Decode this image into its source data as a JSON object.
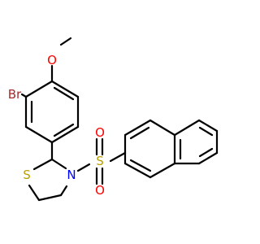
{
  "molecule": {
    "atoms": [
      {
        "id": "O1",
        "element": "O",
        "label": "O",
        "color": "#ff0000"
      },
      {
        "id": "Br1",
        "element": "Br",
        "label": "Br",
        "color": "#a52a2a"
      },
      {
        "id": "S1",
        "element": "S",
        "label": "S",
        "color": "#b8a000"
      },
      {
        "id": "N1",
        "element": "N",
        "label": "N",
        "color": "#0000ff"
      },
      {
        "id": "S2",
        "element": "S",
        "label": "S",
        "color": "#b8a000"
      },
      {
        "id": "O2",
        "element": "O",
        "label": "O",
        "color": "#ff0000"
      },
      {
        "id": "O3",
        "element": "O",
        "label": "O",
        "color": "#ff0000"
      }
    ],
    "bond_color": "#000000"
  }
}
